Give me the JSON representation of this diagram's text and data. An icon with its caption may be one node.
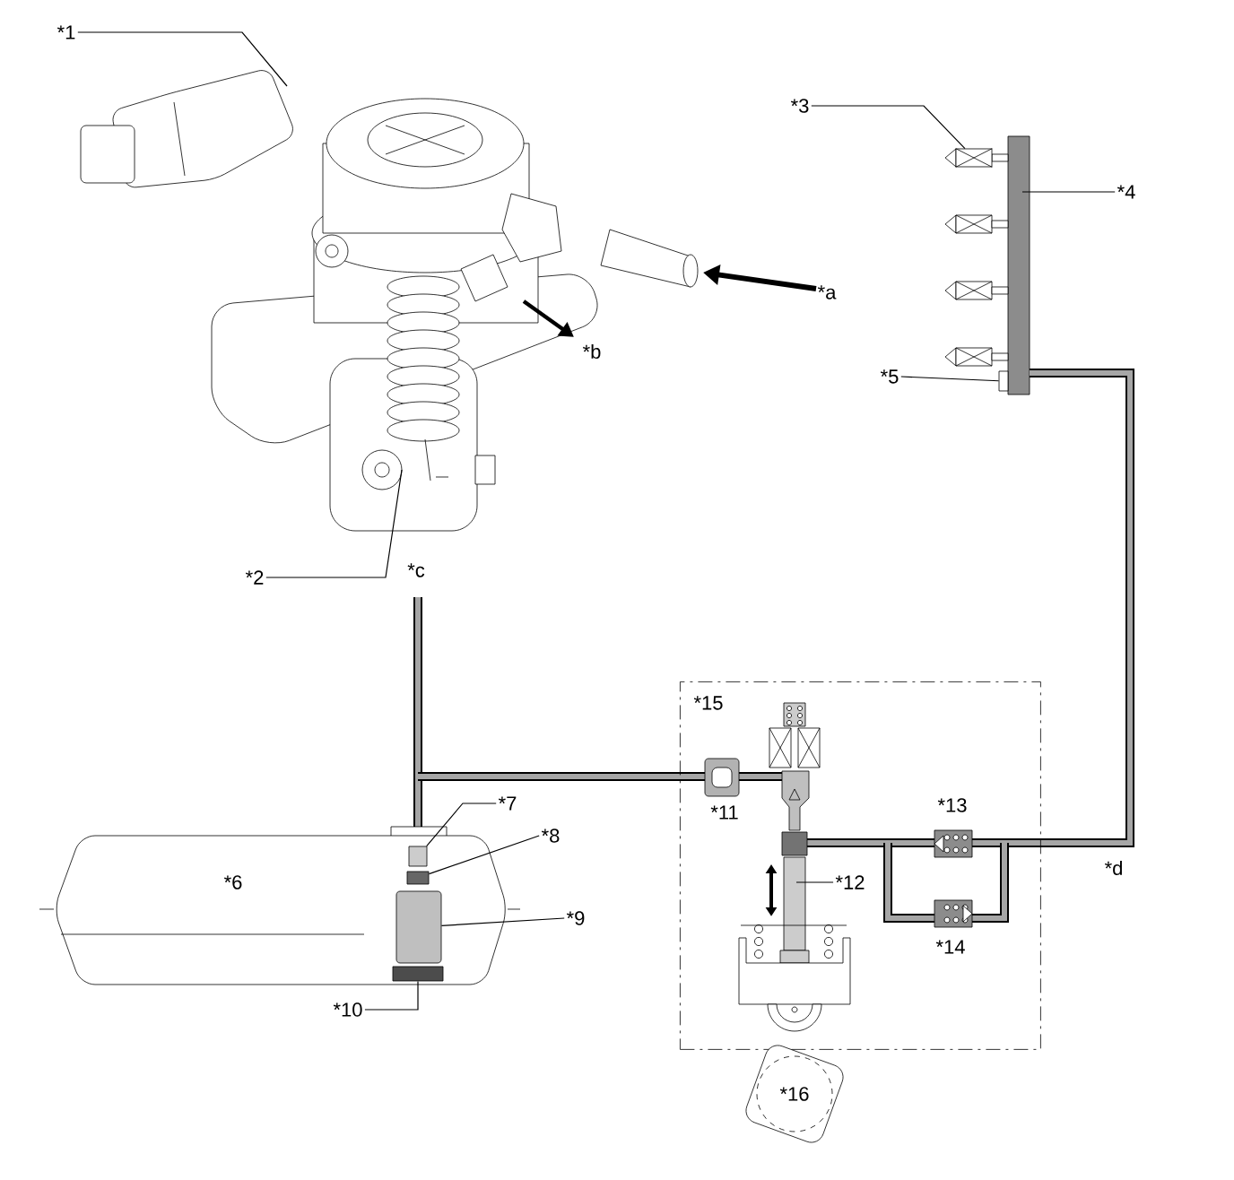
{
  "diagram": {
    "nodes": [
      {
        "text": [
          "*1"
        ]
      },
      {
        "text": [
          "*3"
        ]
      },
      {
        "text": [
          "*4"
        ]
      },
      {
        "text": [
          "*5"
        ]
      },
      {
        "text": [
          "*2"
        ]
      },
      {
        "text": [
          "*15"
        ]
      },
      {
        "text": [
          "*7"
        ]
      },
      {
        "text": [
          "*8"
        ]
      },
      {
        "text": [
          "*6"
        ]
      },
      {
        "text": [
          "*12"
        ],
        "in": 5
      },
      {
        "text": [
          "*9"
        ]
      },
      {
        "text": [
          "*10"
        ]
      },
      {
        "text": [
          "*16"
        ]
      },
      {
        "text": [],
        "shape": "box",
        "in": 8
      },
      {
        "text": [],
        "shape": "box",
        "in": 8
      },
      {
        "text": [],
        "shape": "cylinder",
        "in": 8
      },
      {
        "text": [],
        "shape": "box",
        "in": 8
      },
      {
        "text": [],
        "shape": "box"
      },
      {
        "text": [],
        "shape": "box"
      }
    ],
    "edges": [
      {
        "from": 0,
        "to": null,
        "arrow": "none"
      },
      {
        "from": 1,
        "to": 17,
        "arrow": "none"
      },
      {
        "from": 2,
        "to": null,
        "arrow": "none"
      },
      {
        "from": 3,
        "to": 18,
        "arrow": "none"
      },
      {
        "from": 4,
        "to": null,
        "arrow": "none"
      },
      {
        "from": 6,
        "to": 13,
        "arrow": "none"
      },
      {
        "from": 7,
        "to": 14,
        "arrow": "none"
      },
      {
        "from": 9,
        "to": null,
        "arrow": "none"
      },
      {
        "from": 10,
        "to": 15,
        "arrow": "none"
      },
      {
        "from": 11,
        "to": 16,
        "arrow": "none"
      }
    ],
    "labels": [
      "*a",
      "*b",
      "*c",
      "*13",
      "*11",
      "*d",
      "*14"
    ]
  }
}
